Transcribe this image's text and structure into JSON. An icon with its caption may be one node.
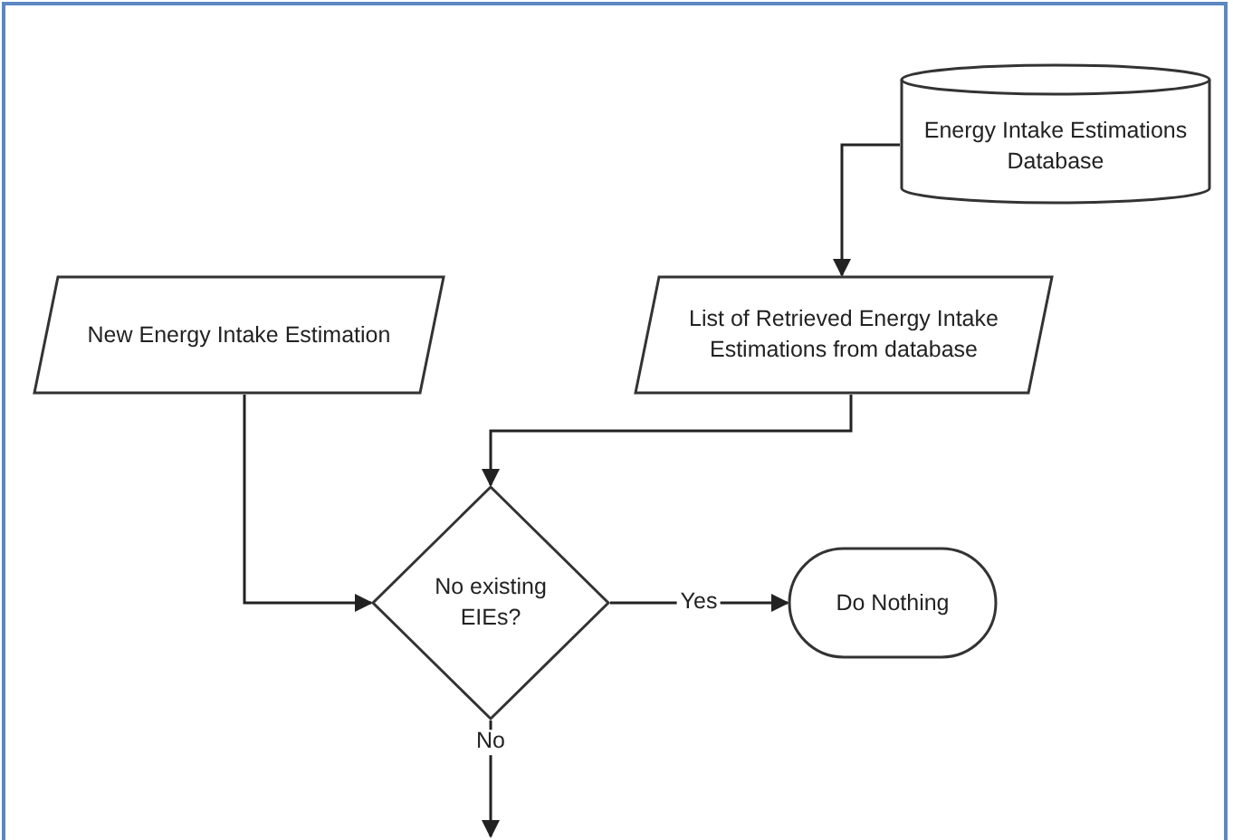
{
  "diagram": {
    "nodes": [
      {
        "text": [
          "Energy Intake Estimations Database"
        ]
      },
      {
        "text": [
          "New Energy Intake Estimation"
        ]
      },
      {
        "text": [
          "List of Retrieved Energy Intake Estimations from database"
        ]
      },
      {
        "text": [
          "No existing EIEs?"
        ]
      },
      {
        "text": [
          "Do Nothing"
        ]
      }
    ],
    "edges": [
      {
        "from": 0,
        "to": 2,
        "arrow": "to"
      },
      {
        "from": 2,
        "to": 3,
        "arrow": "to"
      },
      {
        "from": 1,
        "to": 3,
        "arrow": "to"
      },
      {
        "from": 3,
        "to": 4,
        "arrow": "to",
        "label": "Yes"
      },
      {
        "from": 3,
        "to": null,
        "arrow": "to",
        "label": "No"
      }
    ]
  }
}
